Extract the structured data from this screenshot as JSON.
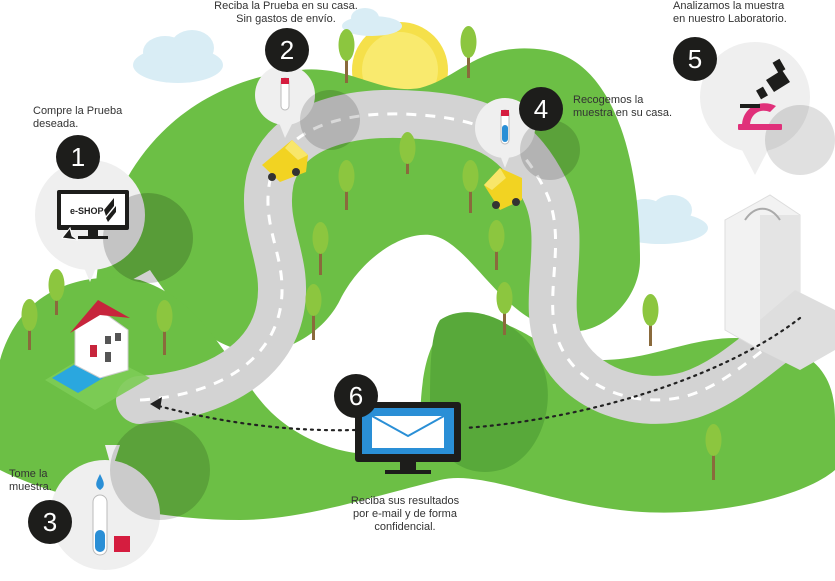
{
  "steps": [
    {
      "number": "1",
      "lines": [
        "Compre la Prueba",
        "deseada."
      ]
    },
    {
      "number": "2",
      "lines": [
        "Reciba la Prueba en su casa.",
        "Sin gastos de envío."
      ]
    },
    {
      "number": "3",
      "lines": [
        "Tome la",
        "muestra."
      ]
    },
    {
      "number": "4",
      "lines": [
        "Recogemos la",
        "muestra en su casa."
      ]
    },
    {
      "number": "5",
      "lines": [
        "Analizamos la muestra",
        "en nuestro Laboratorio."
      ]
    },
    {
      "number": "6",
      "lines": [
        "Reciba sus resultados",
        "por e-mail y de forma",
        "confidencial."
      ]
    }
  ],
  "eshop_label": "e-SHOP",
  "colors": {
    "grass": "#6cbf45",
    "grass_dark": "#58a93a",
    "road": "#d3d3d3",
    "badge": "#1d1d1b",
    "pin": "#efefef",
    "van": "#f2d322",
    "sun": "#f5e04a",
    "cloud": "#d9edf5",
    "accent_red": "#d51d3f",
    "accent_blue": "#2a8fd6",
    "microscope": "#e0307a"
  }
}
